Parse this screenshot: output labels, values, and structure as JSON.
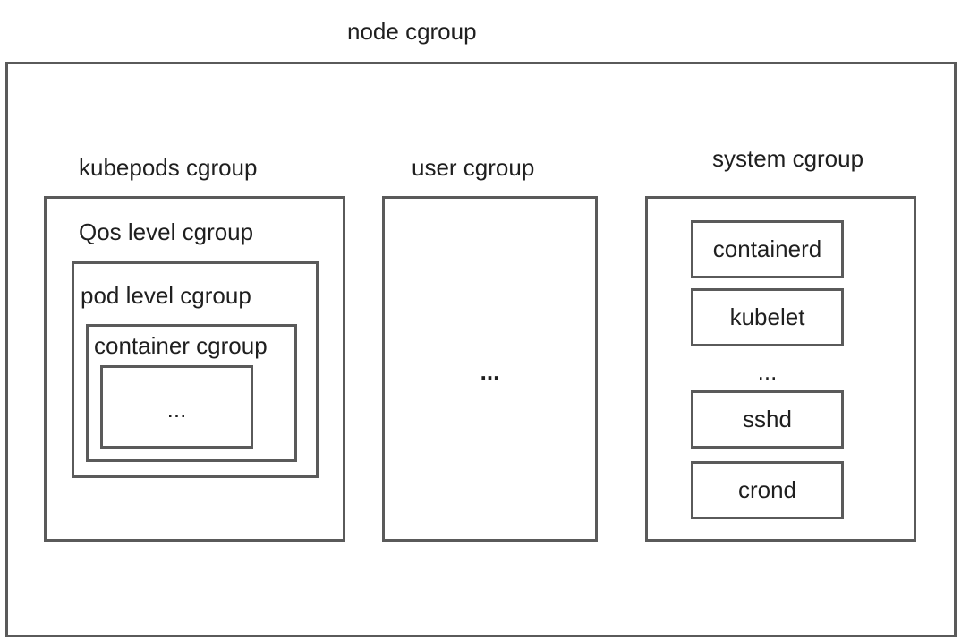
{
  "node": {
    "title": "node cgroup"
  },
  "kubepods": {
    "title": "kubepods cgroup",
    "qos_title": "Qos level cgroup",
    "pod_title": "pod level cgroup",
    "container_title": "container cgroup",
    "inner_ellipsis": "..."
  },
  "user": {
    "title": "user cgroup",
    "ellipsis": "..."
  },
  "system": {
    "title": "system cgroup",
    "processes": [
      "containerd",
      "kubelet",
      "sshd",
      "crond"
    ],
    "ellipsis": "..."
  }
}
